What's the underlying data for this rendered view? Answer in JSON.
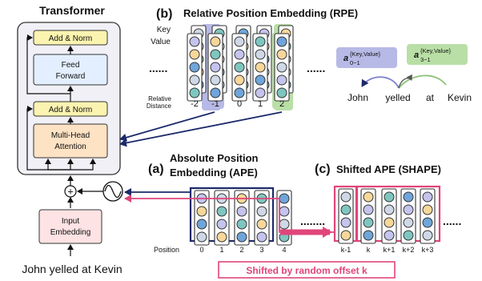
{
  "transformer": {
    "title": "Transformer",
    "add_norm_top": "Add & Norm",
    "ffn_line1": "Feed",
    "ffn_line2": "Forward",
    "add_norm_mid": "Add & Norm",
    "mha_line1": "Multi-Head",
    "mha_line2": "Attention",
    "input_line1": "Input",
    "input_line2": "Embedding",
    "sentence": "John yelled at Kevin",
    "plus_symbol": "+"
  },
  "rpe": {
    "tag": "(b)",
    "title": "Relative Position Embedding (RPE)",
    "key_label": "Key",
    "value_label": "Value",
    "dots": "......",
    "distance_label_1": "Relative",
    "distance_label_2": "Distance",
    "distances": [
      "-2",
      "-1",
      "0",
      "1",
      "2"
    ],
    "a01_base": "a",
    "a01_sup": "{Key,Value}",
    "a01_sub": "0−1",
    "a31_base": "a",
    "a31_sup": "{Key,Value}",
    "a31_sub": "3−1",
    "words": [
      "John",
      "yelled",
      "at",
      "Kevin"
    ]
  },
  "ape": {
    "tag": "(a)",
    "title_line1": "Absolute Position",
    "title_line2": "Embedding (APE)",
    "position_label": "Position",
    "positions": [
      "0",
      "1",
      "2",
      "3",
      "4"
    ],
    "dots": "........"
  },
  "shape": {
    "tag": "(c)",
    "title": "Shifted APE (SHAPE)",
    "positions": [
      "k-1",
      "k",
      "k+1",
      "k+2",
      "k+3"
    ],
    "dots": "......",
    "shift_label": "Shifted by random offset k"
  },
  "colors": {
    "purple_highlight": "#b7b9e6",
    "green_highlight": "#b9dfa6",
    "navy_frame": "#1c2a6b",
    "pink_frame": "#e0457b",
    "add_norm_fill": "#fbf3b0",
    "ffn_fill": "#e3efff",
    "mha_fill": "#fde2c4",
    "input_fill": "#fde3e3",
    "transformer_fill": "#f0f0f6"
  }
}
